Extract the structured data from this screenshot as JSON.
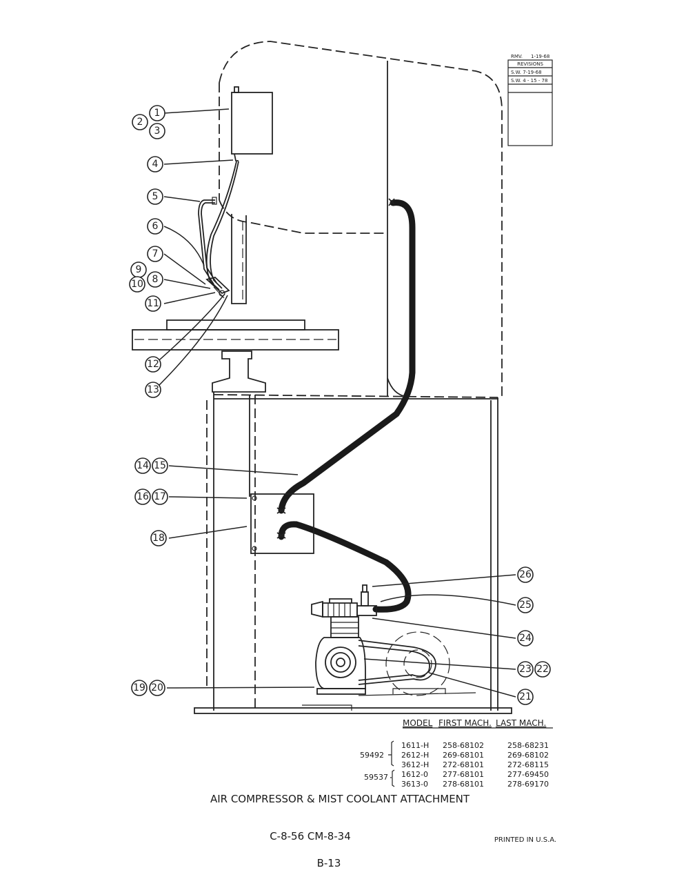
{
  "revision_block": {
    "header_initials": "RMV.",
    "header_date": "1-19-68",
    "title": "REVISIONS",
    "rows": [
      "S.W. 7-19-68",
      "S.W. 4 - 15 - 78"
    ]
  },
  "callouts": [
    "1",
    "2",
    "3",
    "4",
    "5",
    "6",
    "7",
    "8",
    "9",
    "10",
    "11",
    "12",
    "13",
    "14",
    "15",
    "16",
    "17",
    "18",
    "19",
    "20",
    "21",
    "22",
    "23",
    "24",
    "25",
    "26"
  ],
  "model_table": {
    "headers": [
      "MODEL",
      "FIRST MACH.",
      "LAST MACH."
    ],
    "groups": [
      {
        "label": "59492",
        "rows": [
          {
            "model": "1611-H",
            "first": "258-68102",
            "last": "258-68231"
          },
          {
            "model": "2612-H",
            "first": "269-68101",
            "last": "269-68102"
          },
          {
            "model": "3612-H",
            "first": "272-68101",
            "last": "272-68115"
          }
        ]
      },
      {
        "label": "59537",
        "rows": [
          {
            "model": "1612-0",
            "first": "277-68101",
            "last": "277-69450"
          },
          {
            "model": "3613-0",
            "first": "278-68101",
            "last": "278-69170"
          }
        ]
      }
    ]
  },
  "title": "AIR COMPRESSOR & MIST COOLANT ATTACHMENT",
  "drawing_number": "C-8-56  CM-8-34",
  "printed_note": "PRINTED IN U.S.A.",
  "page_number": "B-13"
}
